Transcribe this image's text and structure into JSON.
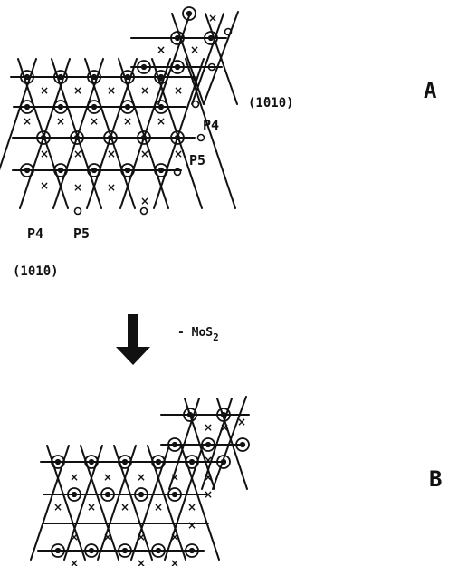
{
  "labels": {
    "panel_a": "A",
    "panel_b": "B",
    "edge_top_right": "(1̄010)",
    "edge_bottom_left": "(101̄0)",
    "p4_right": "P4",
    "p5_right": "P5",
    "p4_bottom": "P4",
    "p5_bottom": "P5",
    "reaction_prefix": "- MoS",
    "reaction_subscript": "2"
  },
  "colors": {
    "ink": "#111111",
    "background": "#ffffff"
  }
}
